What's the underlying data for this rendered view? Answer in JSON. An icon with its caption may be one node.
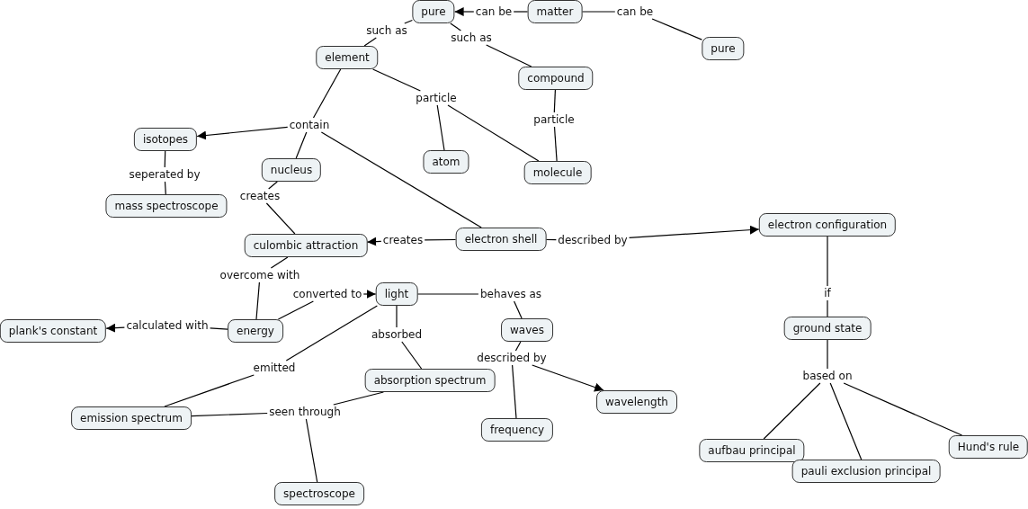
{
  "diagram": {
    "nodes": [
      {
        "text": [
          "pure"
        ]
      },
      {
        "text": [
          "can be"
        ]
      },
      {
        "text": [
          "matter"
        ]
      },
      {
        "text": [
          "can be"
        ]
      },
      {
        "text": [
          "such as"
        ]
      },
      {
        "text": [
          "such as"
        ]
      },
      {
        "text": [
          "pure"
        ]
      },
      {
        "text": [
          "element"
        ]
      },
      {
        "text": [
          "compound"
        ]
      },
      {
        "text": [
          "particle"
        ]
      },
      {
        "text": [
          "particle"
        ]
      },
      {
        "text": [
          "contain"
        ]
      },
      {
        "text": [
          "isotopes"
        ]
      },
      {
        "text": [
          "nucleus"
        ]
      },
      {
        "text": [
          "atom"
        ]
      },
      {
        "text": [
          "molecule"
        ]
      },
      {
        "text": [
          "seperated by"
        ]
      },
      {
        "text": [
          "creates"
        ]
      },
      {
        "text": [
          "mass spectroscope"
        ]
      },
      {
        "text": [
          "electron configuration"
        ]
      },
      {
        "text": [
          "culombic attraction"
        ]
      },
      {
        "text": [
          "creates"
        ]
      },
      {
        "text": [
          "electron shell"
        ]
      },
      {
        "text": [
          "described by"
        ]
      },
      {
        "text": [
          "overcome with"
        ]
      },
      {
        "text": [
          "converted to"
        ]
      },
      {
        "text": [
          "light"
        ]
      },
      {
        "text": [
          "behaves as"
        ]
      },
      {
        "text": [
          "if"
        ]
      },
      {
        "text": [
          "plank's constant"
        ]
      },
      {
        "text": [
          "calculated with"
        ]
      },
      {
        "text": [
          "energy"
        ]
      },
      {
        "text": [
          "waves"
        ]
      },
      {
        "text": [
          "ground state"
        ]
      },
      {
        "text": [
          "absorbed"
        ]
      },
      {
        "text": [
          "described by"
        ]
      },
      {
        "text": [
          "emitted"
        ]
      },
      {
        "text": [
          "based on"
        ]
      },
      {
        "text": [
          "absorption spectrum"
        ]
      },
      {
        "text": [
          "wavelength"
        ]
      },
      {
        "text": [
          "emission spectrum"
        ]
      },
      {
        "text": [
          "seen through"
        ]
      },
      {
        "text": [
          "frequency"
        ]
      },
      {
        "text": [
          "aufbau principal"
        ]
      },
      {
        "text": [
          "Hund's rule"
        ]
      },
      {
        "text": [
          "pauli exclusion principal"
        ]
      },
      {
        "text": [
          "spectroscope"
        ]
      }
    ],
    "edges": [
      {
        "from": 2,
        "to": 1,
        "arrow": "none"
      },
      {
        "from": 1,
        "to": 0,
        "arrow": "to"
      },
      {
        "from": 2,
        "to": 3,
        "arrow": "none"
      },
      {
        "from": 3,
        "to": 6,
        "arrow": "none"
      },
      {
        "from": 0,
        "to": 4,
        "arrow": "none"
      },
      {
        "from": 4,
        "to": 7,
        "arrow": "none"
      },
      {
        "from": 0,
        "to": 5,
        "arrow": "none"
      },
      {
        "from": 5,
        "to": 8,
        "arrow": "none"
      },
      {
        "from": 7,
        "to": 11,
        "arrow": "none"
      },
      {
        "from": 11,
        "to": 12,
        "arrow": "to"
      },
      {
        "from": 11,
        "to": 13,
        "arrow": "none"
      },
      {
        "from": 11,
        "to": 22,
        "arrow": "none"
      },
      {
        "from": 7,
        "to": 9,
        "arrow": "none"
      },
      {
        "from": 9,
        "to": 14,
        "arrow": "none"
      },
      {
        "from": 9,
        "to": 15,
        "arrow": "none"
      },
      {
        "from": 8,
        "to": 10,
        "arrow": "none"
      },
      {
        "from": 10,
        "to": 15,
        "arrow": "none"
      },
      {
        "from": 12,
        "to": 16,
        "arrow": "none"
      },
      {
        "from": 16,
        "to": 18,
        "arrow": "none"
      },
      {
        "from": 13,
        "to": 17,
        "arrow": "none"
      },
      {
        "from": 17,
        "to": 20,
        "arrow": "none"
      },
      {
        "from": 22,
        "to": 21,
        "arrow": "none"
      },
      {
        "from": 21,
        "to": 20,
        "arrow": "to"
      },
      {
        "from": 22,
        "to": 23,
        "arrow": "none"
      },
      {
        "from": 23,
        "to": 19,
        "arrow": "to"
      },
      {
        "from": 20,
        "to": 24,
        "arrow": "none"
      },
      {
        "from": 24,
        "to": 31,
        "arrow": "none"
      },
      {
        "from": 31,
        "to": 25,
        "arrow": "none"
      },
      {
        "from": 25,
        "to": 26,
        "arrow": "to"
      },
      {
        "from": 31,
        "to": 30,
        "arrow": "none"
      },
      {
        "from": 30,
        "to": 29,
        "arrow": "to"
      },
      {
        "from": 26,
        "to": 27,
        "arrow": "none"
      },
      {
        "from": 27,
        "to": 32,
        "arrow": "none"
      },
      {
        "from": 26,
        "to": 34,
        "arrow": "none"
      },
      {
        "from": 34,
        "to": 38,
        "arrow": "none"
      },
      {
        "from": 26,
        "to": 36,
        "arrow": "none"
      },
      {
        "from": 36,
        "to": 40,
        "arrow": "none"
      },
      {
        "from": 32,
        "to": 35,
        "arrow": "none"
      },
      {
        "from": 35,
        "to": 39,
        "arrow": "to"
      },
      {
        "from": 35,
        "to": 42,
        "arrow": "none"
      },
      {
        "from": 19,
        "to": 28,
        "arrow": "none"
      },
      {
        "from": 28,
        "to": 33,
        "arrow": "none"
      },
      {
        "from": 33,
        "to": 37,
        "arrow": "none"
      },
      {
        "from": 37,
        "to": 43,
        "arrow": "none"
      },
      {
        "from": 37,
        "to": 45,
        "arrow": "none"
      },
      {
        "from": 37,
        "to": 44,
        "arrow": "none"
      },
      {
        "from": 40,
        "to": 41,
        "arrow": "none"
      },
      {
        "from": 38,
        "to": 41,
        "arrow": "none"
      },
      {
        "from": 41,
        "to": 46,
        "arrow": "none"
      }
    ]
  }
}
